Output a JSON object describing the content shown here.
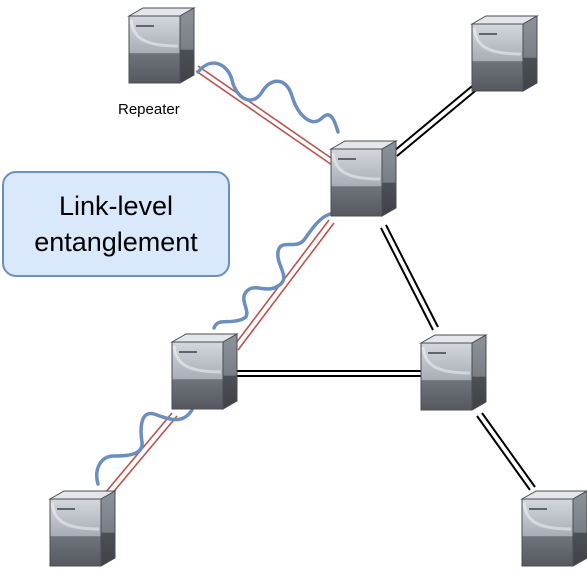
{
  "diagram": {
    "repeater_label": "Repeater",
    "callout": {
      "line1": "Link-level",
      "line2": "entanglement",
      "fill": "#dae8fc",
      "border": "#6c8ebf"
    },
    "colors": {
      "quantum_link": "#b85450",
      "wave": "#6c8ebf",
      "classical_link": "#000000",
      "server_light": "#c4c7d0",
      "server_dark": "#5b5f66"
    },
    "nodes": [
      {
        "id": "repeater-top-left",
        "icon": "server-icon"
      },
      {
        "id": "node-top-right",
        "icon": "server-icon"
      },
      {
        "id": "node-center",
        "icon": "server-icon"
      },
      {
        "id": "node-mid-left",
        "icon": "server-icon"
      },
      {
        "id": "node-mid-right",
        "icon": "server-icon"
      },
      {
        "id": "node-bottom-left",
        "icon": "server-icon"
      },
      {
        "id": "node-bottom-right",
        "icon": "server-icon"
      }
    ]
  }
}
